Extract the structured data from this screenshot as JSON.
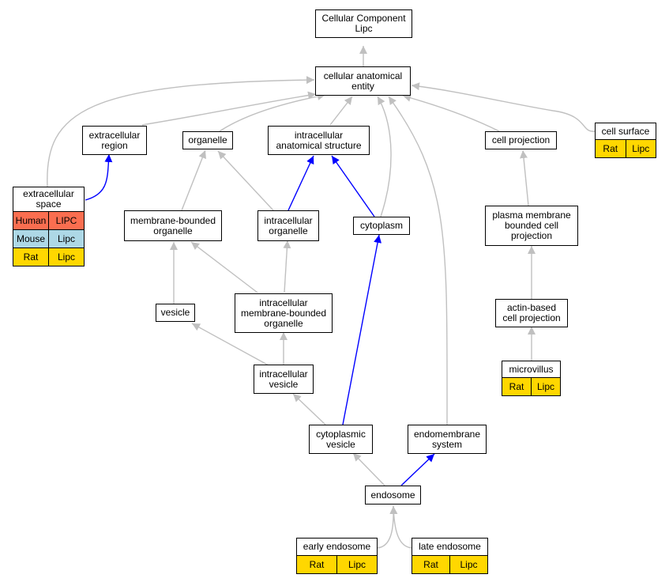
{
  "colors": {
    "grey_edge": "#c0c0c0",
    "blue_edge": "#0000ff",
    "human": "#fa6e50",
    "mouse": "#add8e6",
    "rat": "#ffd700"
  },
  "nodes": {
    "cc_root": {
      "label": "Cellular Component\nLipc"
    },
    "anatomical_entity": {
      "label": "cellular anatomical\nentity"
    },
    "extracellular_region": {
      "label": "extracellular\nregion"
    },
    "organelle": {
      "label": "organelle"
    },
    "intracellular_structure": {
      "label": "intracellular\nanatomical structure"
    },
    "cell_projection": {
      "label": "cell projection"
    },
    "cell_surface": {
      "label": "cell surface",
      "rows": [
        [
          "Rat",
          "Lipc"
        ]
      ]
    },
    "extracellular_space": {
      "label": "extracellular\nspace",
      "rows": [
        [
          "Human",
          "LIPC"
        ],
        [
          "Mouse",
          "Lipc"
        ],
        [
          "Rat",
          "Lipc"
        ]
      ]
    },
    "membrane_bounded_organelle": {
      "label": "membrane-bounded\norganelle"
    },
    "intracellular_organelle": {
      "label": "intracellular\norganelle"
    },
    "cytoplasm": {
      "label": "cytoplasm"
    },
    "plasma_membrane_projection": {
      "label": "plasma membrane\nbounded cell\nprojection"
    },
    "vesicle": {
      "label": "vesicle"
    },
    "intracellular_mb_organelle": {
      "label": "intracellular\nmembrane-bounded\norganelle"
    },
    "actin_projection": {
      "label": "actin-based\ncell projection"
    },
    "intracellular_vesicle": {
      "label": "intracellular\nvesicle"
    },
    "microvillus": {
      "label": "microvillus",
      "rows": [
        [
          "Rat",
          "Lipc"
        ]
      ]
    },
    "cytoplasmic_vesicle": {
      "label": "cytoplasmic\nvesicle"
    },
    "endomembrane_system": {
      "label": "endomembrane\nsystem"
    },
    "endosome": {
      "label": "endosome"
    },
    "early_endosome": {
      "label": "early endosome",
      "rows": [
        [
          "Rat",
          "Lipc"
        ]
      ]
    },
    "late_endosome": {
      "label": "late endosome",
      "rows": [
        [
          "Rat",
          "Lipc"
        ]
      ]
    }
  }
}
